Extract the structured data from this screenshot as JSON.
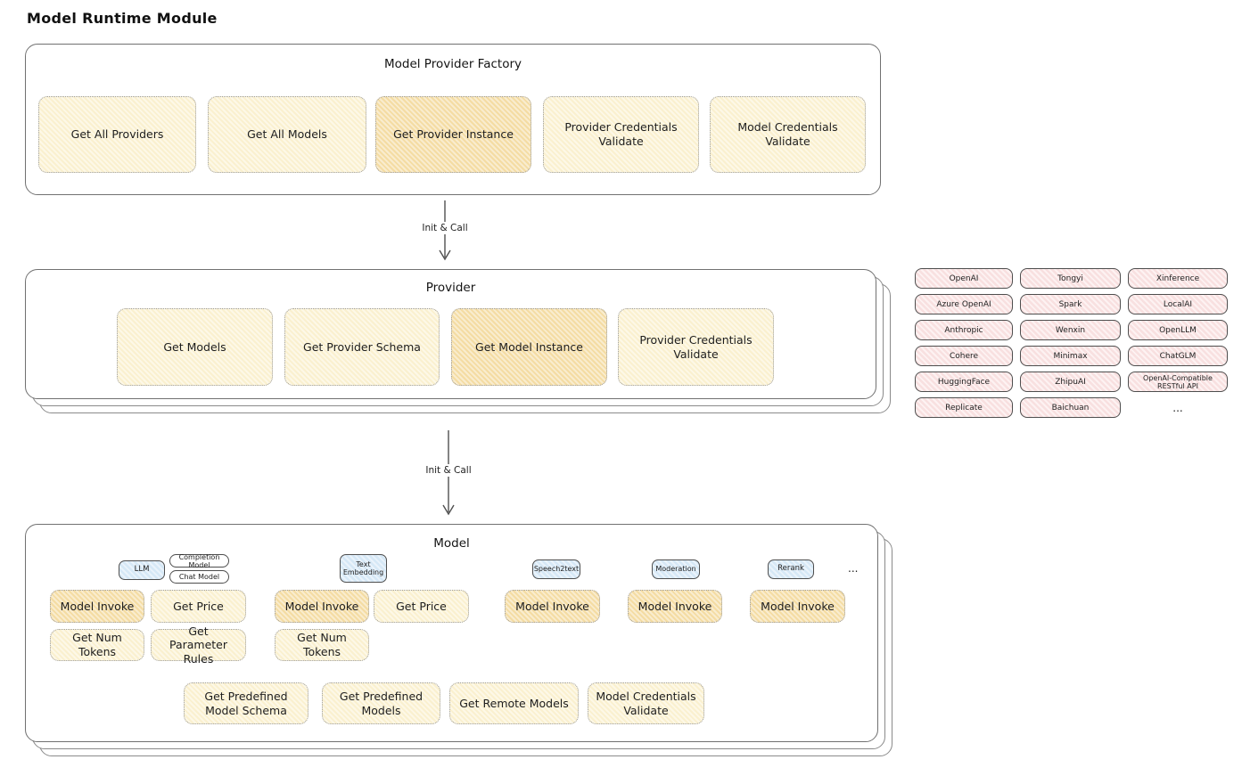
{
  "page_title": "Model Runtime Module",
  "factory": {
    "title": "Model Provider Factory",
    "boxes": [
      {
        "label": "Get All Providers",
        "variant": "yellow"
      },
      {
        "label": "Get All Models",
        "variant": "yellow"
      },
      {
        "label": "Get Provider Instance",
        "variant": "orange"
      },
      {
        "label": "Provider Credentials Validate",
        "variant": "yellow"
      },
      {
        "label": "Model Credentials Validate",
        "variant": "yellow"
      }
    ]
  },
  "connectors": [
    {
      "label": "Init & Call"
    },
    {
      "label": "Init & Call"
    }
  ],
  "provider": {
    "title": "Provider",
    "boxes": [
      {
        "label": "Get Models",
        "variant": "yellow"
      },
      {
        "label": "Get Provider Schema",
        "variant": "yellow"
      },
      {
        "label": "Get Model Instance",
        "variant": "orange"
      },
      {
        "label": "Provider Credentials Validate",
        "variant": "yellow"
      }
    ]
  },
  "provider_list": {
    "items": [
      "OpenAI",
      "Tongyi",
      "Xinference",
      "Azure OpenAI",
      "Spark",
      "LocalAI",
      "Anthropic",
      "Wenxin",
      "OpenLLM",
      "Cohere",
      "Minimax",
      "ChatGLM",
      "HuggingFace",
      "ZhipuAI",
      "OpenAI-Compatible RESTful API",
      "Replicate",
      "Baichuan"
    ],
    "more": "..."
  },
  "model": {
    "title": "Model",
    "tabs": [
      {
        "label": "LLM",
        "variant": "blue"
      },
      {
        "label": "Completion Model",
        "variant": "white"
      },
      {
        "label": "Chat Model",
        "variant": "white"
      },
      {
        "label": "Text Embedding",
        "variant": "blue"
      },
      {
        "label": "Speech2text",
        "variant": "blue"
      },
      {
        "label": "Moderation",
        "variant": "blue"
      },
      {
        "label": "Rerank",
        "variant": "blue"
      }
    ],
    "tabs_more": "...",
    "capabilities": {
      "row1": [
        "Model Invoke",
        "Get Price",
        "Model Invoke",
        "Get Price",
        "Model Invoke",
        "Model Invoke",
        "Model Invoke"
      ],
      "row2": [
        "Get Num Tokens",
        "Get Parameter Rules",
        "Get Num Tokens"
      ]
    },
    "bottom_boxes": [
      {
        "label": "Get Predefined Model Schema"
      },
      {
        "label": "Get Predefined Models"
      },
      {
        "label": "Get Remote Models"
      },
      {
        "label": "Model Credentials Validate"
      }
    ]
  },
  "colors": {
    "yellow_fill": "#faf0cf",
    "orange_fill": "#f4dca3",
    "pink_fill": "#f8e0e0",
    "blue_fill": "#d6e8f6",
    "container_border": "#717171",
    "dotted_border": "#9b9b9b",
    "text": "#1d1d1d"
  }
}
